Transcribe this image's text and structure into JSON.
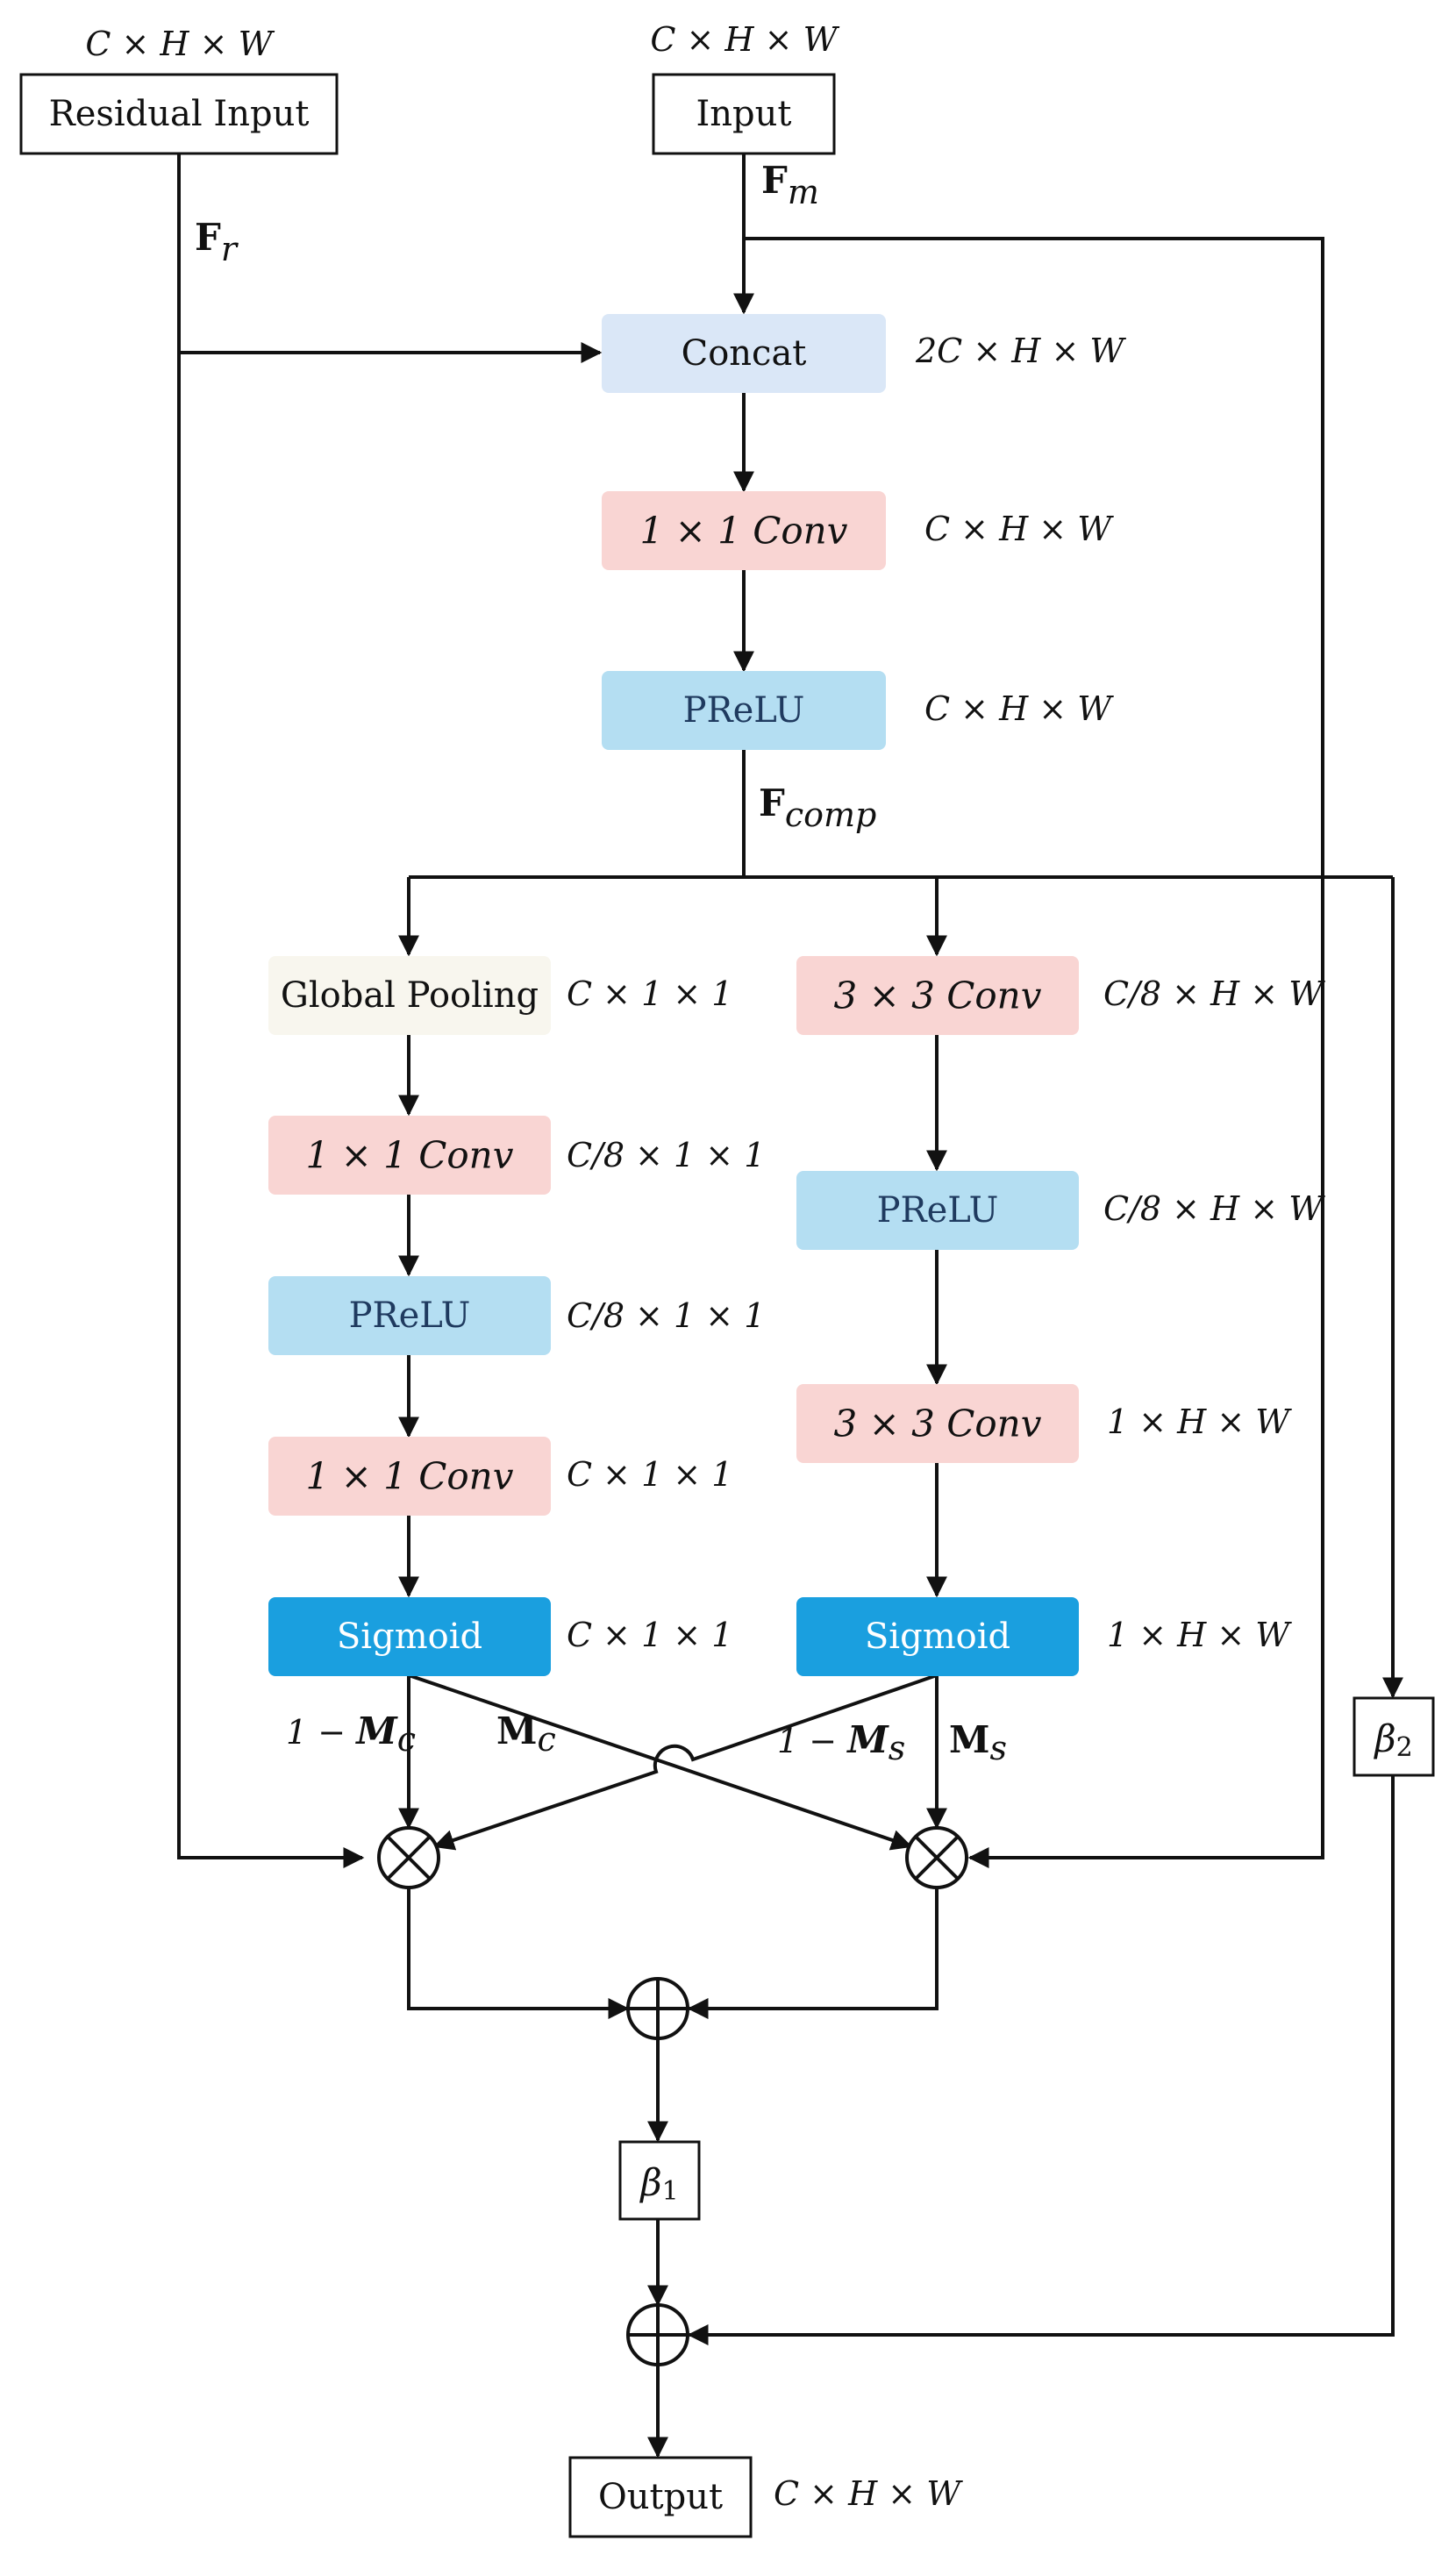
{
  "nodes": {
    "residual_input": "Residual Input",
    "input": "Input",
    "concat": "Concat",
    "conv1x1_top": "1 × 1 Conv",
    "prelu_top": "PReLU",
    "global_pooling": "Global Pooling",
    "ca_conv1": "1 × 1 Conv",
    "ca_prelu": "PReLU",
    "ca_conv2": "1 × 1 Conv",
    "ca_sigmoid": "Sigmoid",
    "sa_conv1": "3 × 3 Conv",
    "sa_prelu": "PReLU",
    "sa_conv2": "3 × 3 Conv",
    "sa_sigmoid": "Sigmoid",
    "beta1": "β1",
    "beta2": "β2",
    "output": "Output"
  },
  "dims": {
    "residual_input": "C × H × W",
    "input": "C × H × W",
    "concat": "2C × H × W",
    "conv1x1_top": "C × H × W",
    "prelu_top": "C × H × W",
    "global_pooling": "C × 1 × 1",
    "ca_conv1": "C/8 × 1 × 1",
    "ca_prelu": "C/8 × 1 × 1",
    "ca_conv2": "C × 1 × 1",
    "ca_sigmoid": "C × 1 × 1",
    "sa_conv1": "C/8 × H × W",
    "sa_prelu": "C/8 × H × W",
    "sa_conv2": "1 × H × W",
    "sa_sigmoid": "1 × H × W",
    "output": "C × H × W"
  },
  "edge_labels": {
    "f_r": "Fr",
    "f_m": "Fm",
    "f_comp": "Fcomp",
    "one_minus_mc": "1 − Mc",
    "mc": "Mc",
    "one_minus_ms": "1 − Ms",
    "ms": "Ms"
  },
  "colors": {
    "concat": "#dae7f7",
    "conv": "#f9d5d3",
    "prelu": "#b4def2",
    "pooling": "#f8f6ee",
    "sigmoid": "#1a9fdf"
  }
}
